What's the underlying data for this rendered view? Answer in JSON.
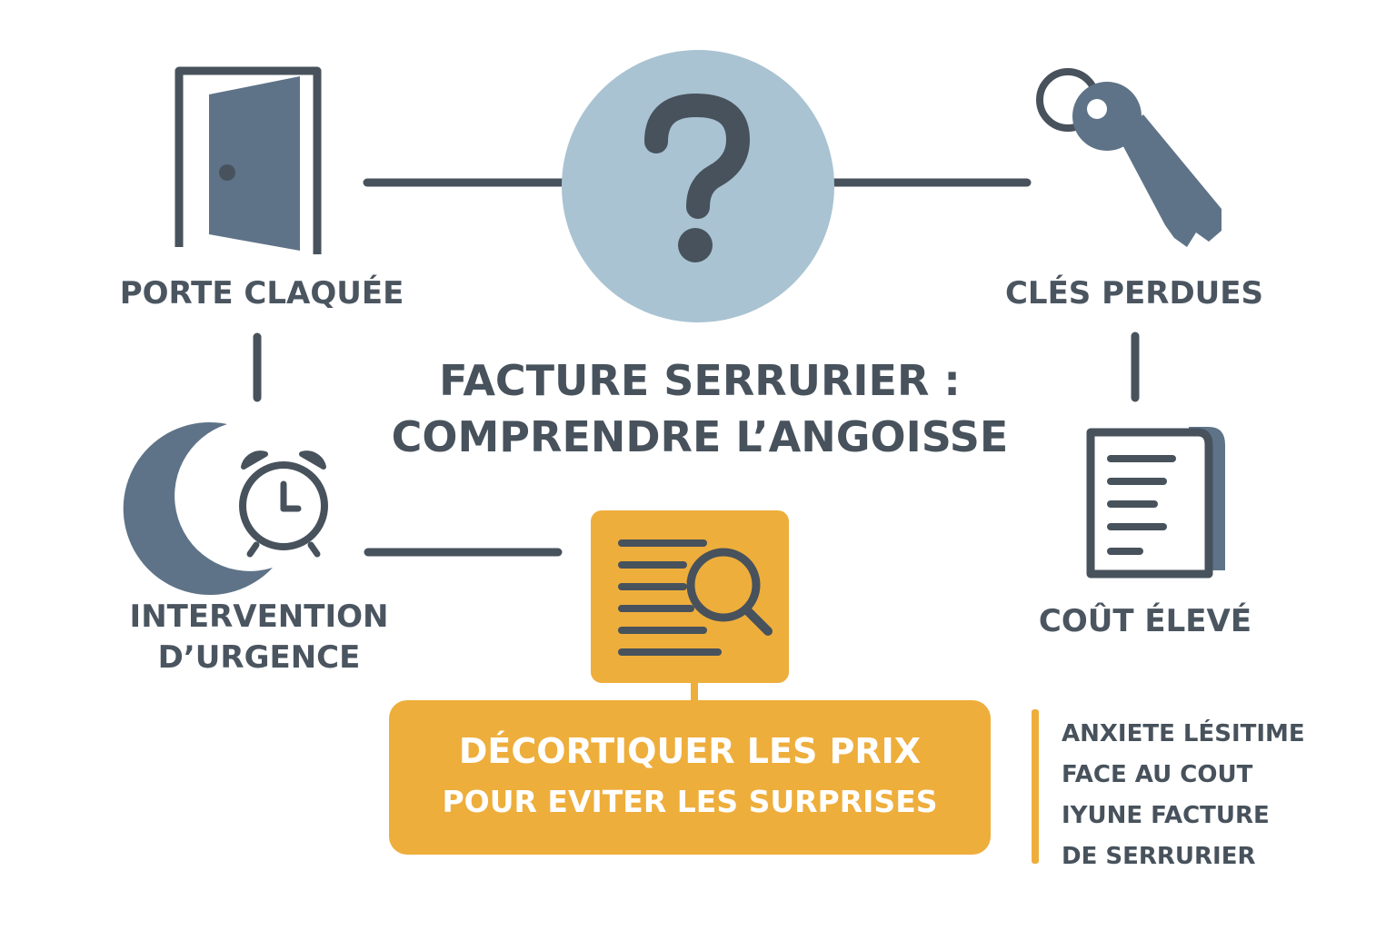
{
  "title": {
    "line1": "FACTURE SERRURIER :",
    "line2": "COMPRENDRE L’ANGOISSE"
  },
  "nodes": {
    "porte": "PORTE CLAQUÉE",
    "cles": "CLÉS PERDUES",
    "intervention_line1": "INTERVENTION",
    "intervention_line2": "D’URGENCE",
    "cout": "COÛT ÉLEVÉ"
  },
  "cta": {
    "line1": "DÉCORTIQUER LES PRIX",
    "line2": "POUR EVITER LES SURPRISES"
  },
  "note": {
    "lines": [
      "ANXIETE LÉSITIME",
      "FACE AU COUT",
      "IYUNE FACTURE",
      "DE SERRURIER"
    ]
  },
  "icons": {
    "center": "question-mark-icon",
    "porte": "door-icon",
    "cles": "keys-icon",
    "intervention": "moon-alarm-clock-icon",
    "cout": "invoice-document-icon",
    "cta": "document-search-icon"
  },
  "colors": {
    "slate": "#5e7388",
    "dark": "#47525c",
    "circle": "#a9c3d2",
    "accent": "#eeae3c",
    "white": "#ffffff"
  }
}
